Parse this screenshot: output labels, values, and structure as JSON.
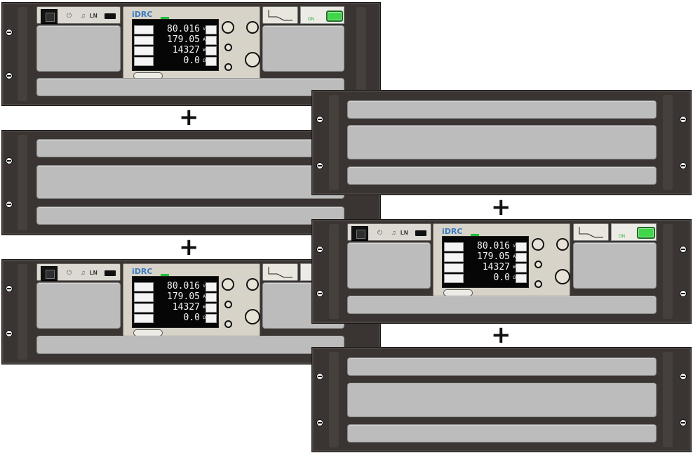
{
  "accent_color": "#3b7cc4",
  "output_button_color": "#3fd64a",
  "chassis_color": "#3a3532",
  "panel_color": "#bcbcbc",
  "units": [
    {
      "logo": "iDRC",
      "readings": {
        "voltage": "80.016",
        "current": "179.05",
        "power": "14327",
        "resistance": "0.0"
      },
      "unit_labels": {
        "voltage": "V",
        "current": "A",
        "power": "W",
        "resistance": "Ω"
      }
    },
    {
      "logo": "iDRC",
      "readings": {
        "voltage": "80.016",
        "current": "179.05",
        "power": "14327",
        "resistance": "0.0"
      },
      "unit_labels": {
        "voltage": "V",
        "current": "A",
        "power": "W",
        "resistance": "Ω"
      }
    },
    {
      "logo": "iDRC",
      "readings": {
        "voltage": "80.016",
        "current": "179.05",
        "power": "14327",
        "resistance": "0.0"
      },
      "unit_labels": {
        "voltage": "V",
        "current": "A",
        "power": "W",
        "resistance": "Ω"
      }
    }
  ],
  "output_state": "ON",
  "joiner": "+"
}
